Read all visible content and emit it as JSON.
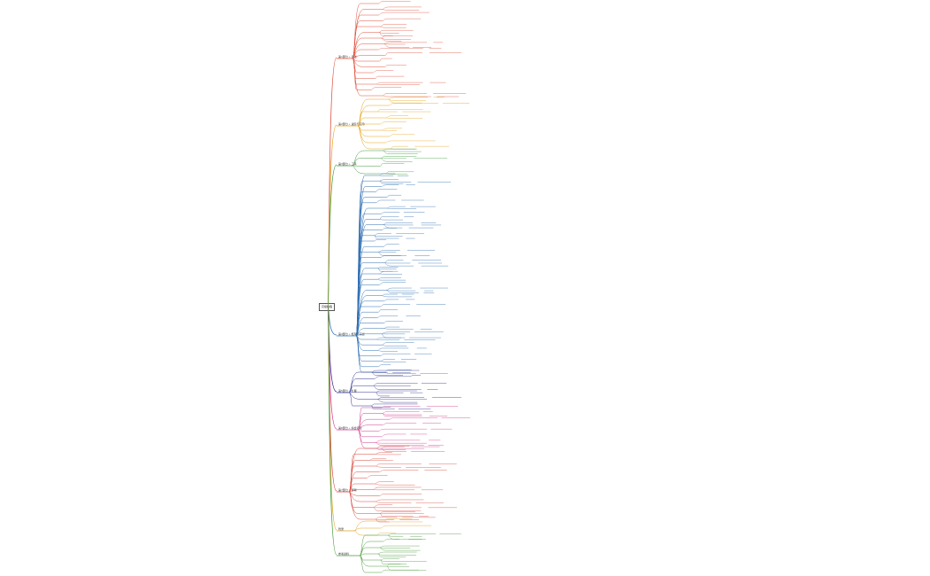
{
  "root": {
    "label": "高级教程"
  },
  "branches": [
    {
      "label": "第1部分 • 基础",
      "color": "#e0503c"
    },
    {
      "label": "第2部分 • 进阶与应用",
      "color": "#e8a218"
    },
    {
      "label": "第3部分 • 工具",
      "color": "#3f9a3f"
    },
    {
      "label": "第4部分 • 框架与实战",
      "color": "#2f6fb3"
    },
    {
      "label": "第5部分 • 扩展",
      "color": "#2a2f8f"
    },
    {
      "label": "第6部分 • 综合项目",
      "color": "#d23a8c"
    },
    {
      "label": "第7部分 • 部署",
      "color": "#d9453a"
    },
    {
      "label": "附录",
      "color": "#e0a020"
    },
    {
      "label": "参考资料",
      "color": "#4a9a3a"
    }
  ]
}
